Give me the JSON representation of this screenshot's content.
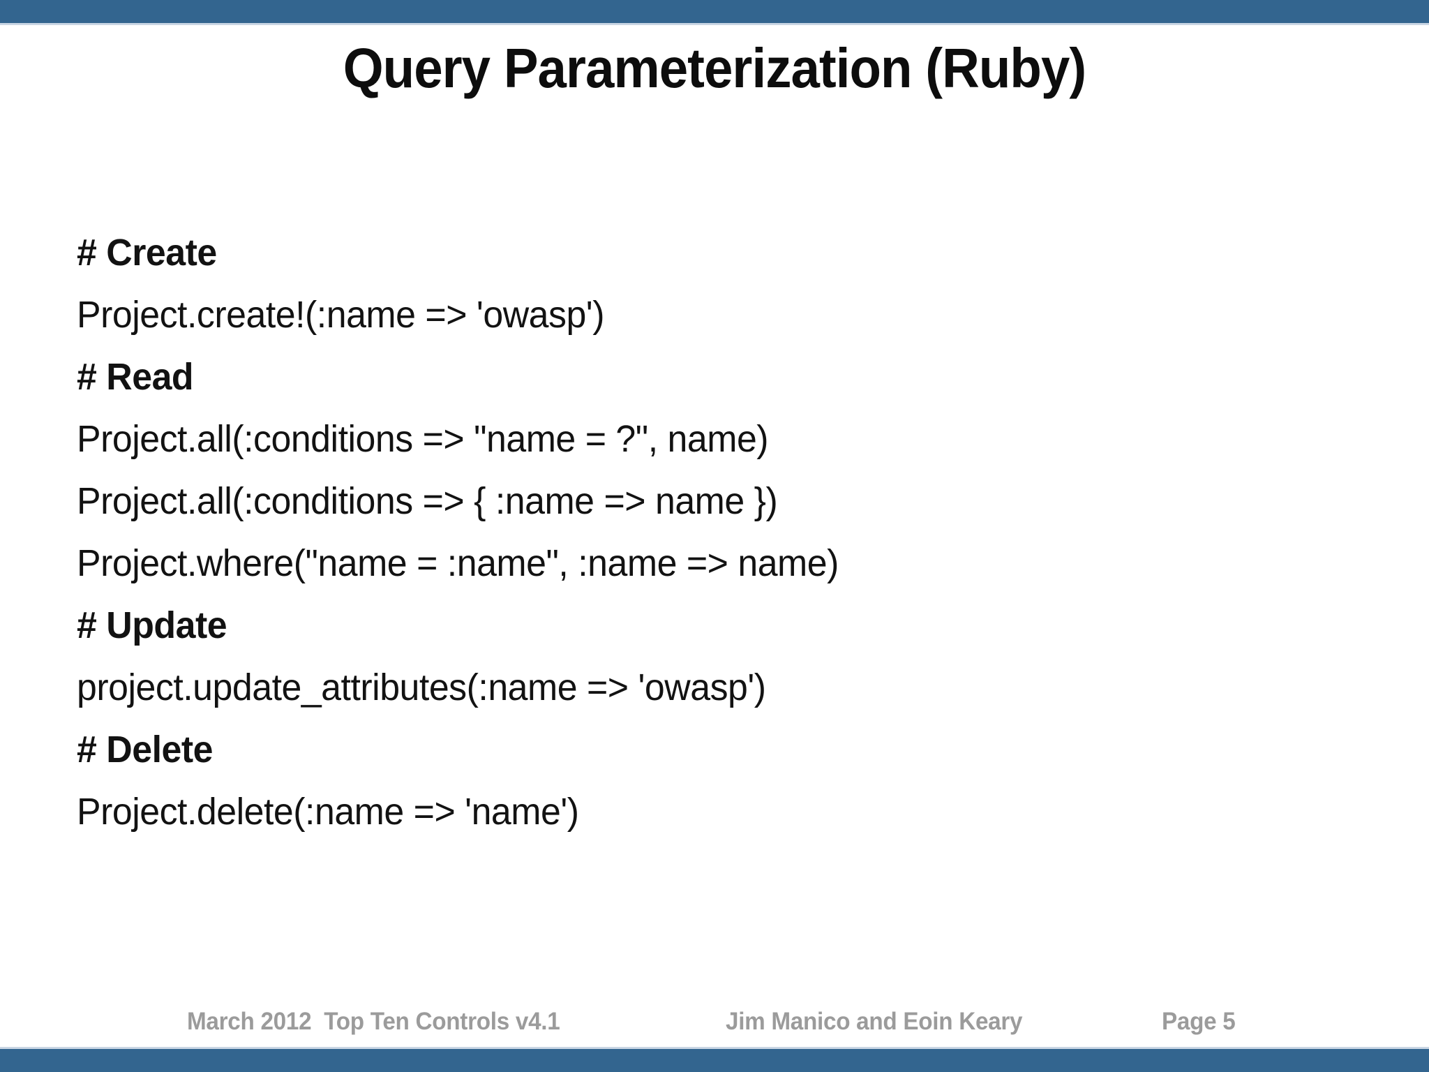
{
  "theme": {
    "bar_color": "#33658f",
    "bar_hairline_color": "#c9d6e4",
    "background": "#ffffff",
    "title_color": "#0d0d0d",
    "body_color": "#121212",
    "footer_color": "#9b9b9b"
  },
  "slide": {
    "title": "Query Parameterization (Ruby)",
    "lines": [
      {
        "text": "# Create",
        "style": "comment"
      },
      {
        "text": "Project.create!(:name => 'owasp')",
        "style": "code"
      },
      {
        "text": "# Read",
        "style": "comment"
      },
      {
        "text": "Project.all(:conditions => \"name = ?\", name)",
        "style": "code"
      },
      {
        "text": "Project.all(:conditions => { :name => name })",
        "style": "code"
      },
      {
        "text": "Project.where(\"name = :name\", :name => name)",
        "style": "code"
      },
      {
        "text": "# Update",
        "style": "comment"
      },
      {
        "text": "project.update_attributes(:name => 'owasp')",
        "style": "code"
      },
      {
        "text": "# Delete",
        "style": "comment"
      },
      {
        "text": "Project.delete(:name => 'name')",
        "style": "code"
      }
    ]
  },
  "footer": {
    "date_and_deck": "March 2012  Top Ten Controls v4.1",
    "authors": "Jim Manico and Eoin Keary",
    "page": "Page 5"
  }
}
